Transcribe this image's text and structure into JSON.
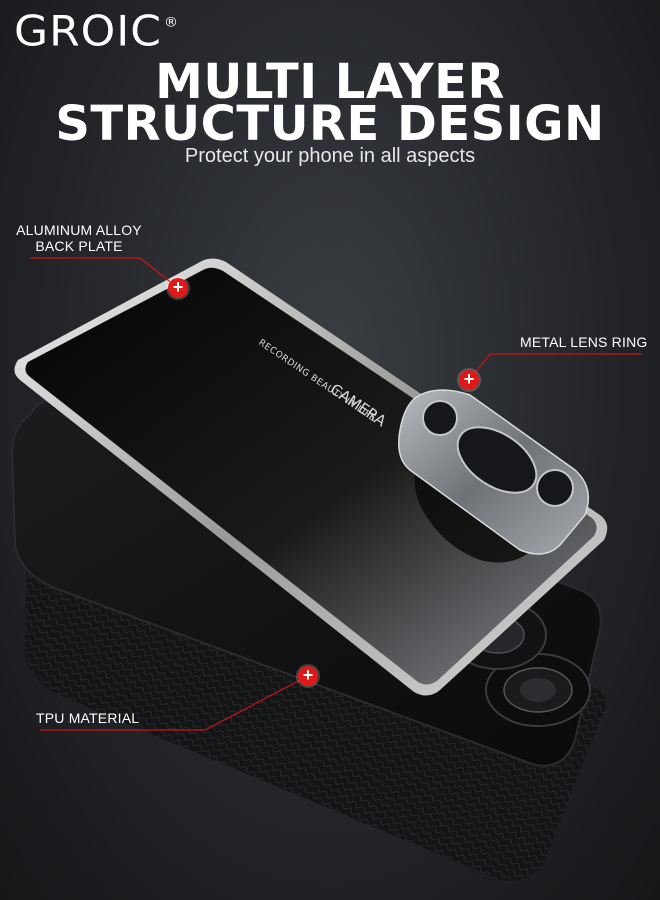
{
  "brand": {
    "name": "GROIC",
    "mark": "®"
  },
  "headline": {
    "line1": "MULTI LAYER",
    "line2": "STRUCTURE DESIGN"
  },
  "subtitle": "Protect your phone in all aspects",
  "callouts": {
    "alloy_line1": "ALUMINUM ALLOY",
    "alloy_line2": "BACK PLATE",
    "lens": "METAL LENS RING",
    "tpu": "TPU MATERIAL"
  },
  "plate_text": {
    "main": "CAMERA",
    "sub": "RECORDING BEAUTY IN LIFE"
  },
  "colors": {
    "accent": "#e01818",
    "line": "#c81414"
  },
  "icons": {
    "marker": "plus-icon"
  }
}
